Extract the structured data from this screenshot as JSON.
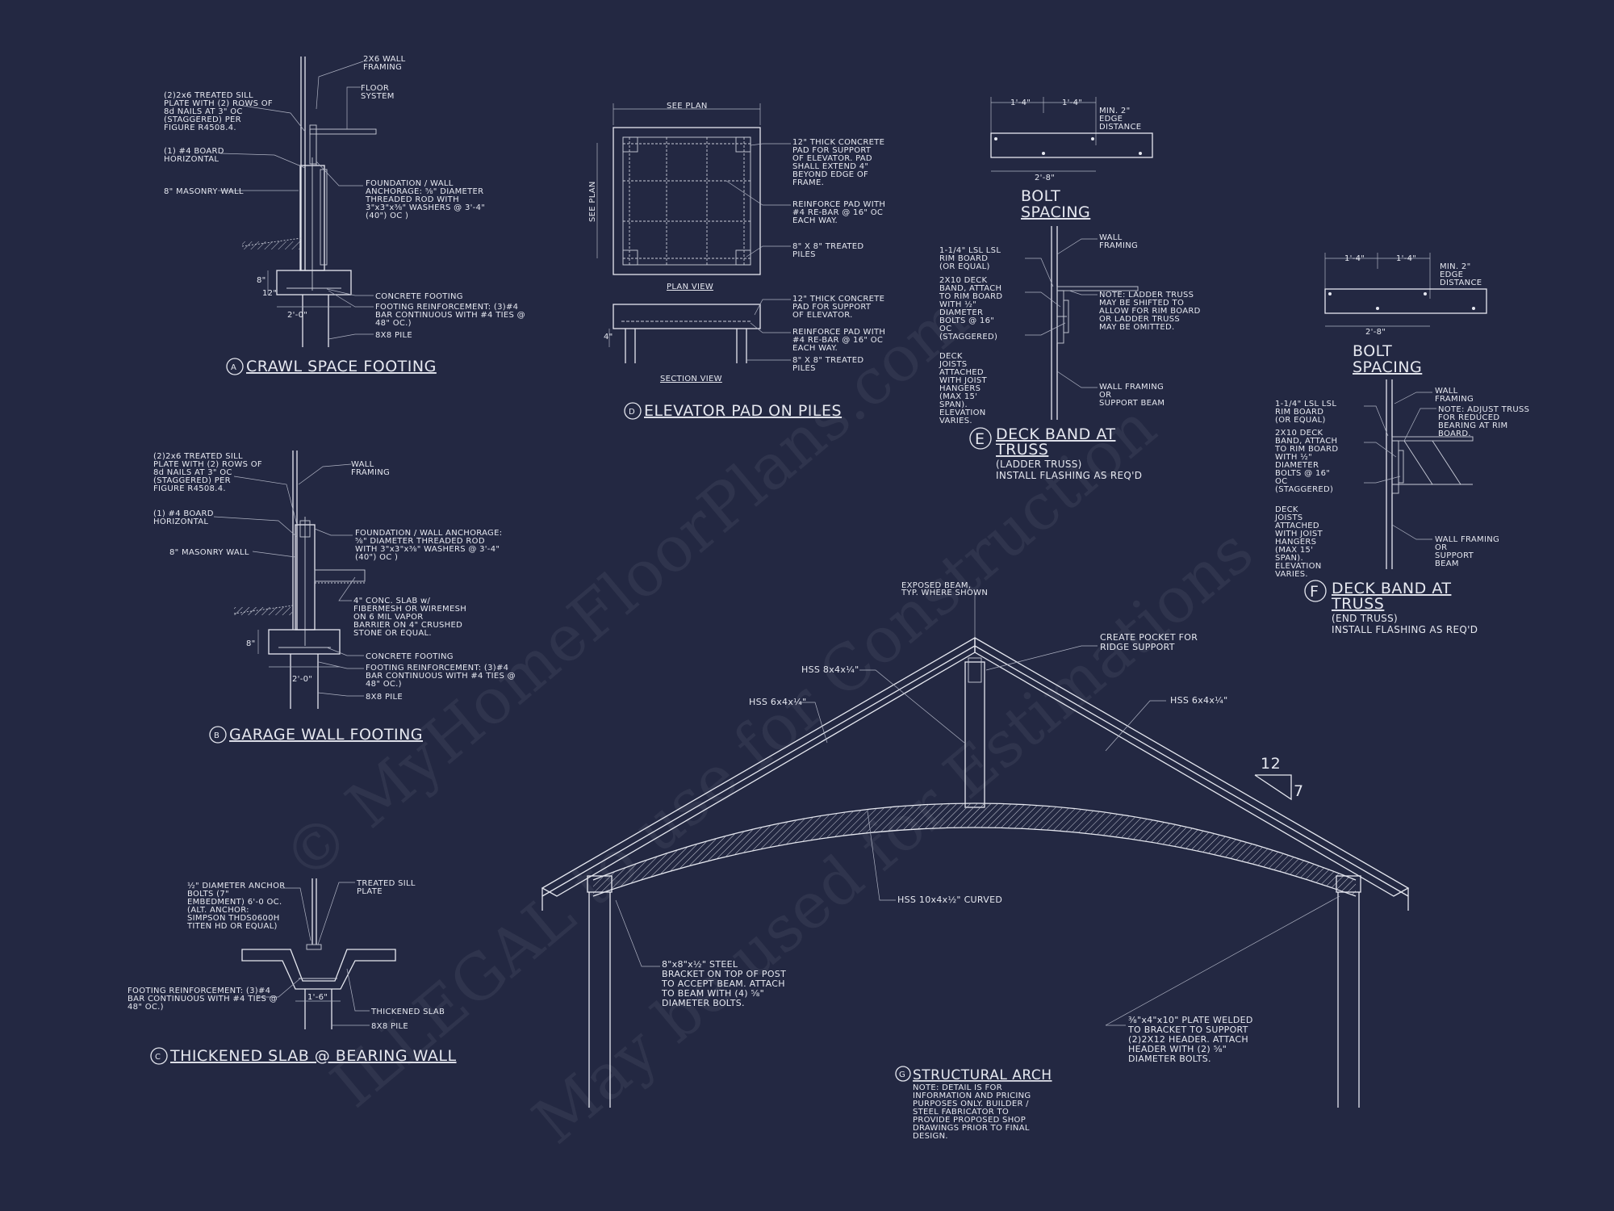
{
  "crawl": {
    "title": "CRAWL SPACE FOOTING",
    "letter": "A",
    "notes": [
      "2X6 WALL",
      "FRAMING",
      "FLOOR",
      "SYSTEM",
      "(2)2x6 TREATED SILL",
      "PLATE WITH (2) ROWS OF",
      "8d NAILS AT 3\" OC",
      "(STAGGERED) PER",
      "FIGURE R4508.4.",
      "(1) #4 BOARD",
      "HORIZONTAL",
      "8\" MASONRY WALL",
      "FOUNDATION / WALL",
      "ANCHORAGE: ⅝\" DIAMETER",
      "THREADED ROD WITH",
      "3\"x3\"x⅜\" WASHERS @ 3'-4\"",
      "(40\") OC )",
      "CONCRETE FOOTING",
      "FOOTING REINFORCEMENT: (3)#4",
      "BAR CONTINUOUS WITH #4 TIES @",
      "48\" OC.)",
      "8X8 PILE",
      "2'-0\"",
      "8\"",
      "12\""
    ]
  },
  "garage": {
    "title": "GARAGE WALL FOOTING",
    "letter": "B",
    "notes": [
      "(2)2x6 TREATED SILL",
      "PLATE WITH (2) ROWS OF",
      "8d NAILS AT 3\" OC",
      "(STAGGERED) PER",
      "FIGURE R4508.4.",
      "WALL",
      "FRAMING",
      "(1) #4 BOARD",
      "HORIZONTAL",
      "8\" MASONRY WALL",
      "FOUNDATION / WALL ANCHORAGE:",
      "⅝\" DIAMETER THREADED ROD",
      "WITH 3\"x3\"x⅜\" WASHERS @ 3'-4\"",
      "(40\") OC )",
      "4\" CONC. SLAB w/",
      "FIBERMESH OR WIREMESH",
      "ON 6 MIL VAPOR",
      "BARRIER ON 4\" CRUSHED",
      "STONE OR EQUAL.",
      "CONCRETE FOOTING",
      "FOOTING REINFORCEMENT: (3)#4",
      "BAR CONTINUOUS WITH #4 TIES @",
      "48\" OC.)",
      "8X8 PILE",
      "2'-0\"",
      "8\""
    ]
  },
  "slab": {
    "title": "THICKENED SLAB @ BEARING WALL",
    "letter": "C",
    "notes": [
      "½\" DIAMETER ANCHOR",
      "BOLTS (7\"",
      "EMBEDMENT) 6'-0 OC.",
      "(ALT. ANCHOR:",
      "SIMPSON THDS0600H",
      "TITEN HD OR EQUAL)",
      "TREATED SILL",
      "PLATE",
      "FOOTING REINFORCEMENT: (3)#4",
      "BAR CONTINUOUS WITH #4 TIES @",
      "48\" OC.)",
      "THICKENED SLAB",
      "8X8 PILE",
      "1'-6\""
    ]
  },
  "elevator": {
    "title": "ELEVATOR PAD ON PILES",
    "letter": "D",
    "plan_label": "PLAN VIEW",
    "section_label": "SECTION VIEW",
    "see_plan": "SEE PLAN",
    "notes": [
      "12\" THICK CONCRETE",
      "PAD FOR SUPPORT",
      "OF ELEVATOR. PAD",
      "SHALL EXTEND 4\"",
      "BEYOND EDGE OF",
      "FRAME.",
      "REINFORCE PAD WITH",
      "#4 RE-BAR @ 16\" OC",
      "EACH WAY.",
      "8\" X 8\" TREATED",
      "PILES",
      "12\" THICK CONCRETE",
      "PAD FOR SUPPORT",
      "OF ELEVATOR.",
      "REINFORCE PAD WITH",
      "#4 RE-BAR @ 16\" OC",
      "EACH WAY.",
      "8\" X 8\" TREATED",
      "PILES",
      "4\""
    ]
  },
  "deckE": {
    "title_line1": "DECK BAND AT",
    "title_line2": "TRUSS",
    "letter": "E",
    "sub1": "(LADDER TRUSS)",
    "sub2": "INSTALL FLASHING AS REQ'D",
    "bolt_title1": "BOLT",
    "bolt_title2": "SPACING",
    "dim1": "1'-4\"",
    "dim2": "1'-4\"",
    "dim3": "2'-8\"",
    "edge": [
      "MIN. 2\"",
      "EDGE",
      "DISTANCE"
    ],
    "notes": [
      "WALL",
      "FRAMING",
      "1-1/4\" LSL LSL",
      "RIM BOARD",
      "(OR EQUAL)",
      "2X10 DECK",
      "BAND, ATTACH",
      "TO RIM BOARD",
      "WITH ½\"",
      "DIAMETER",
      "BOLTS @ 16\"",
      "OC",
      "(STAGGERED)",
      "DECK",
      "JOISTS",
      "ATTACHED",
      "WITH JOIST",
      "HANGERS",
      "(MAX 15'",
      "SPAN).",
      "ELEVATION",
      "VARIES.",
      "NOTE: LADDER TRUSS",
      "MAY BE SHIFTED TO",
      "ALLOW FOR RIM BOARD",
      "OR LADDER TRUSS",
      "MAY BE OMITTED.",
      "WALL FRAMING",
      "OR",
      "SUPPORT BEAM"
    ]
  },
  "deckF": {
    "title_line1": "DECK BAND AT",
    "title_line2": "TRUSS",
    "letter": "F",
    "sub1": "(END TRUSS)",
    "sub2": "INSTALL FLASHING AS REQ'D",
    "bolt_title1": "BOLT",
    "bolt_title2": "SPACING",
    "dim1": "1'-4\"",
    "dim2": "1'-4\"",
    "dim3": "2'-8\"",
    "edge": [
      "MIN. 2\"",
      "EDGE",
      "DISTANCE"
    ],
    "notes": [
      "WALL",
      "FRAMING",
      "1-1/4\" LSL LSL",
      "RIM BOARD",
      "(OR EQUAL)",
      "2X10 DECK",
      "BAND, ATTACH",
      "TO RIM BOARD",
      "WITH ½\"",
      "DIAMETER",
      "BOLTS @ 16\"",
      "OC",
      "(STAGGERED)",
      "DECK",
      "JOISTS",
      "ATTACHED",
      "WITH JOIST",
      "HANGERS",
      "(MAX 15'",
      "SPAN).",
      "ELEVATION",
      "VARIES.",
      "NOTE: ADJUST TRUSS",
      "FOR REDUCED",
      "BEARING AT RIM",
      "BOARD.",
      "WALL FRAMING",
      "OR",
      "SUPPORT",
      "BEAM"
    ]
  },
  "arch": {
    "title": "STRUCTURAL ARCH",
    "letter": "G",
    "note": [
      "NOTE: DETAIL IS FOR",
      "INFORMATION AND PRICING",
      "PURPOSES ONLY. BUILDER /",
      "STEEL FABRICATOR TO",
      "PROVIDE PROPOSED SHOP",
      "DRAWINGS PRIOR TO FINAL",
      "DESIGN."
    ],
    "exposed": [
      "EXPOSED BEAM,",
      "TYP. WHERE SHOWN"
    ],
    "pocket": [
      "CREATE POCKET FOR",
      "RIDGE SUPPORT"
    ],
    "hss_top": "HSS  8x4x¼\"",
    "hss_left": "HSS  6x4x¼\"",
    "hss_right": "HSS  6x4x¼\"",
    "hss_curved": "HSS 10x4x½\" CURVED",
    "bracket": [
      "8\"x8\"x½\" STEEL",
      "BRACKET ON TOP OF POST",
      "TO ACCEPT BEAM. ATTACH",
      "TO BEAM WITH (4) ⅝\"",
      "DIAMETER BOLTS."
    ],
    "plate": [
      "⅜\"x4\"x10\" PLATE WELDED",
      "TO BRACKET TO SUPPORT",
      "(2)2X12 HEADER. ATTACH",
      "HEADER WITH (2) ⅝\"",
      "DIAMETER BOLTS."
    ],
    "pitch_run": "12",
    "pitch_rise": "7"
  },
  "watermark": {
    "line1": "© MyHomeFloorPlans.com",
    "line2": "ILLEGAL to use for Construction",
    "line3": "May be used for Estimations"
  },
  "colors": {
    "background": "#232842",
    "ink": "#e6e8f0"
  }
}
